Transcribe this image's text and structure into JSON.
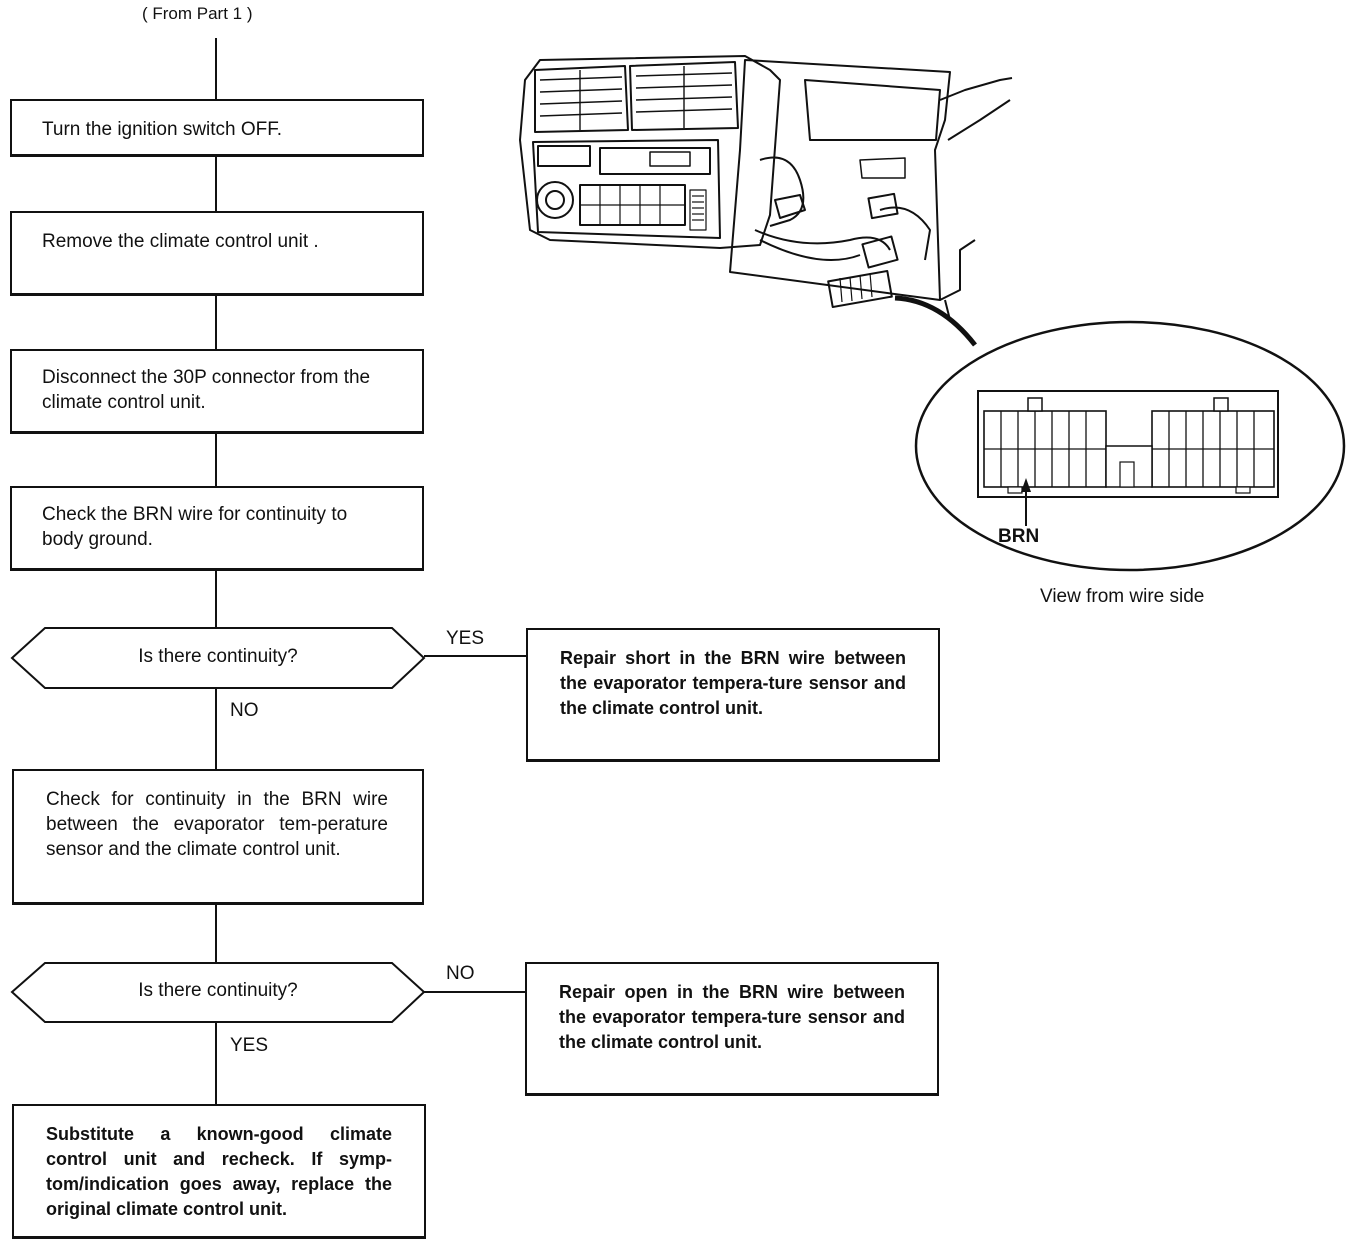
{
  "flowchart": {
    "from_part": "( From Part 1 )",
    "steps": [
      "Turn the ignition switch OFF.",
      "Remove the climate control unit .",
      "Disconnect the 30P connector from the climate control unit.",
      "Check the BRN wire for continuity to body ground."
    ],
    "decision_1": {
      "question": "Is there continuity?",
      "yes_label": "YES",
      "no_label": "NO",
      "yes_result": "Repair short in the BRN wire between the evaporator tempera-ture sensor and the climate control unit."
    },
    "step_5": "Check for continuity in the BRN wire between the evaporator tem-perature sensor and the climate control unit.",
    "decision_2": {
      "question": "Is there continuity?",
      "no_label": "NO",
      "yes_label": "YES",
      "no_result": "Repair open in the BRN wire between the evaporator tempera-ture sensor and the climate control unit."
    },
    "final_step": "Substitute a known-good climate control unit and recheck. If symp-tom/indication goes away, replace the original climate control unit."
  },
  "illustration": {
    "wire_label": "BRN",
    "caption": "View from wire side"
  }
}
